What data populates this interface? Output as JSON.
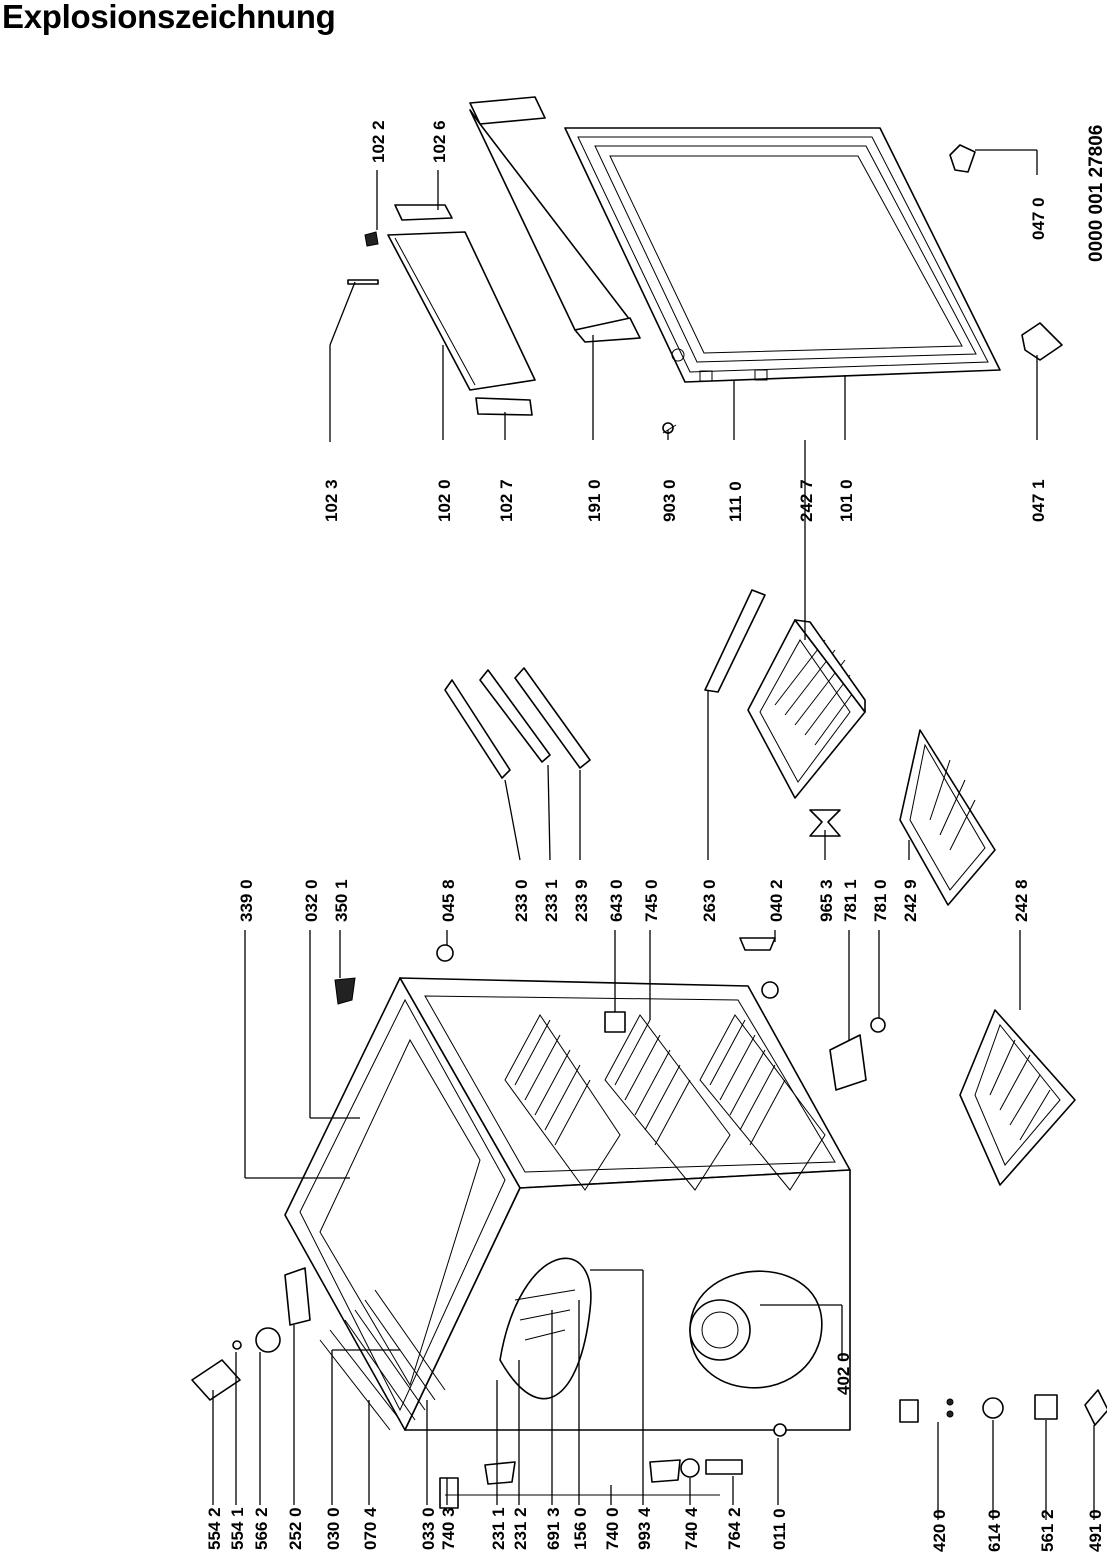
{
  "title": "Explosionszeichnung",
  "document_ref": "0000 001 27806",
  "labels": {
    "p1023": "102 3",
    "p1022": "102 2",
    "p1026": "102 6",
    "p1020": "102 0",
    "p1027": "102 7",
    "p1910": "191 0",
    "p9030": "903 0",
    "p1110": "111 0",
    "p2427": "242 7",
    "p1010": "101 0",
    "p0471": "047 1",
    "p0470": "047 0",
    "p3390": "339 0",
    "p0320": "032 0",
    "p3501": "350 1",
    "p0458": "045 8",
    "p2330": "233 0",
    "p2331": "233 1",
    "p2339": "233 9",
    "p6430": "643 0",
    "p7450": "745 0",
    "p2630": "263 0",
    "p0402": "040 2",
    "p9653": "965 3",
    "p7811": "781 1",
    "p7810": "781 0",
    "p2429": "242 9",
    "p2428": "242 8",
    "p5542": "554 2",
    "p5541": "554 1",
    "p5662": "566 2",
    "p2520": "252 0",
    "p0300": "030 0",
    "p0704": "070 4",
    "p0330": "033 0",
    "p7403": "740 3",
    "p2311": "231 1",
    "p2312": "231 2",
    "p6913": "691 3",
    "p1560": "156 0",
    "p7400": "740 0",
    "p9934": "993 4",
    "p7404": "740 4",
    "p7642": "764 2",
    "p0110": "011 0",
    "p4020": "402 0",
    "p4200": "420 0",
    "p6140": "614 0",
    "p5612": "561 2",
    "p4910": "491 0"
  }
}
